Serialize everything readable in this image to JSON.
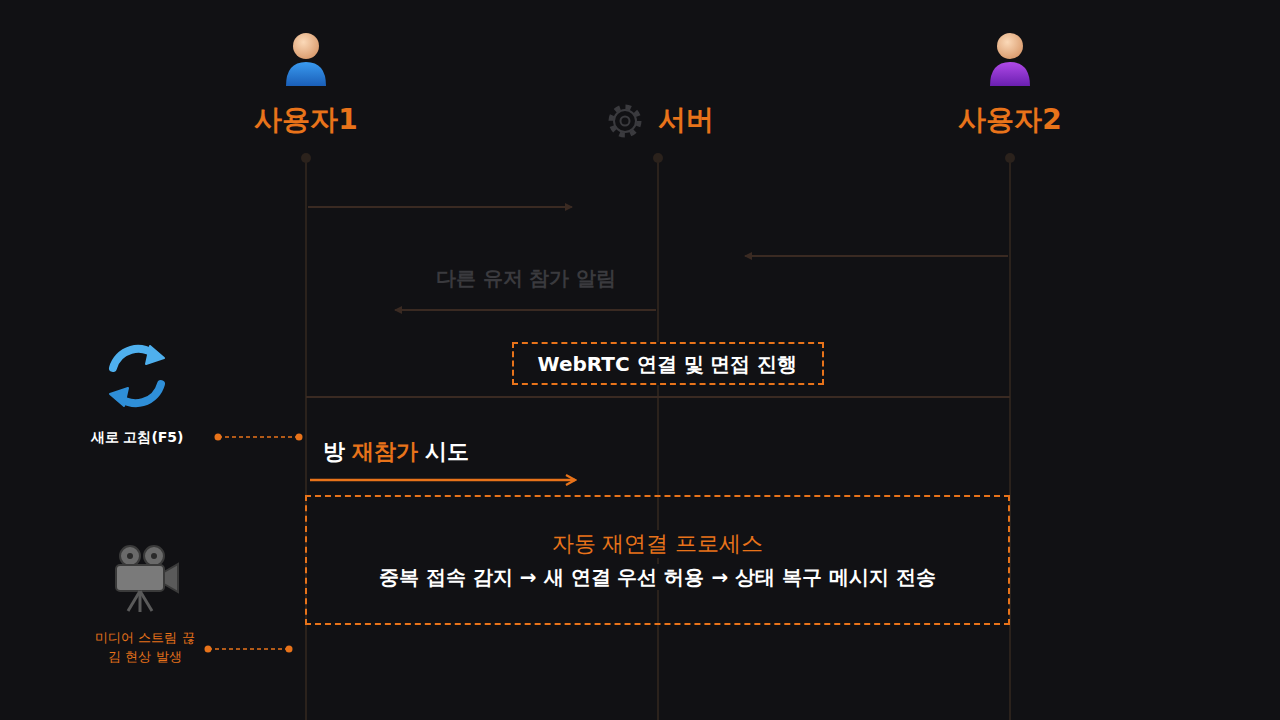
{
  "diagram": {
    "nodes": [
      {
        "text": [
          "WebRTC  연결 및 면접 진행"
        ]
      },
      {
        "text": [
          "자동 재연결 프로세스",
          "중복 접속 감지 → 새 연결 우선 허용 → 상태 복구 메시지 전송"
        ]
      }
    ],
    "labels": [
      "사용자1",
      "서버",
      "사용자2",
      "다른 유저 참가 알림",
      "새로 고침(F5)",
      "방",
      "재참가",
      "시도",
      "미디어 스트림 끊김 현상 발생"
    ]
  }
}
